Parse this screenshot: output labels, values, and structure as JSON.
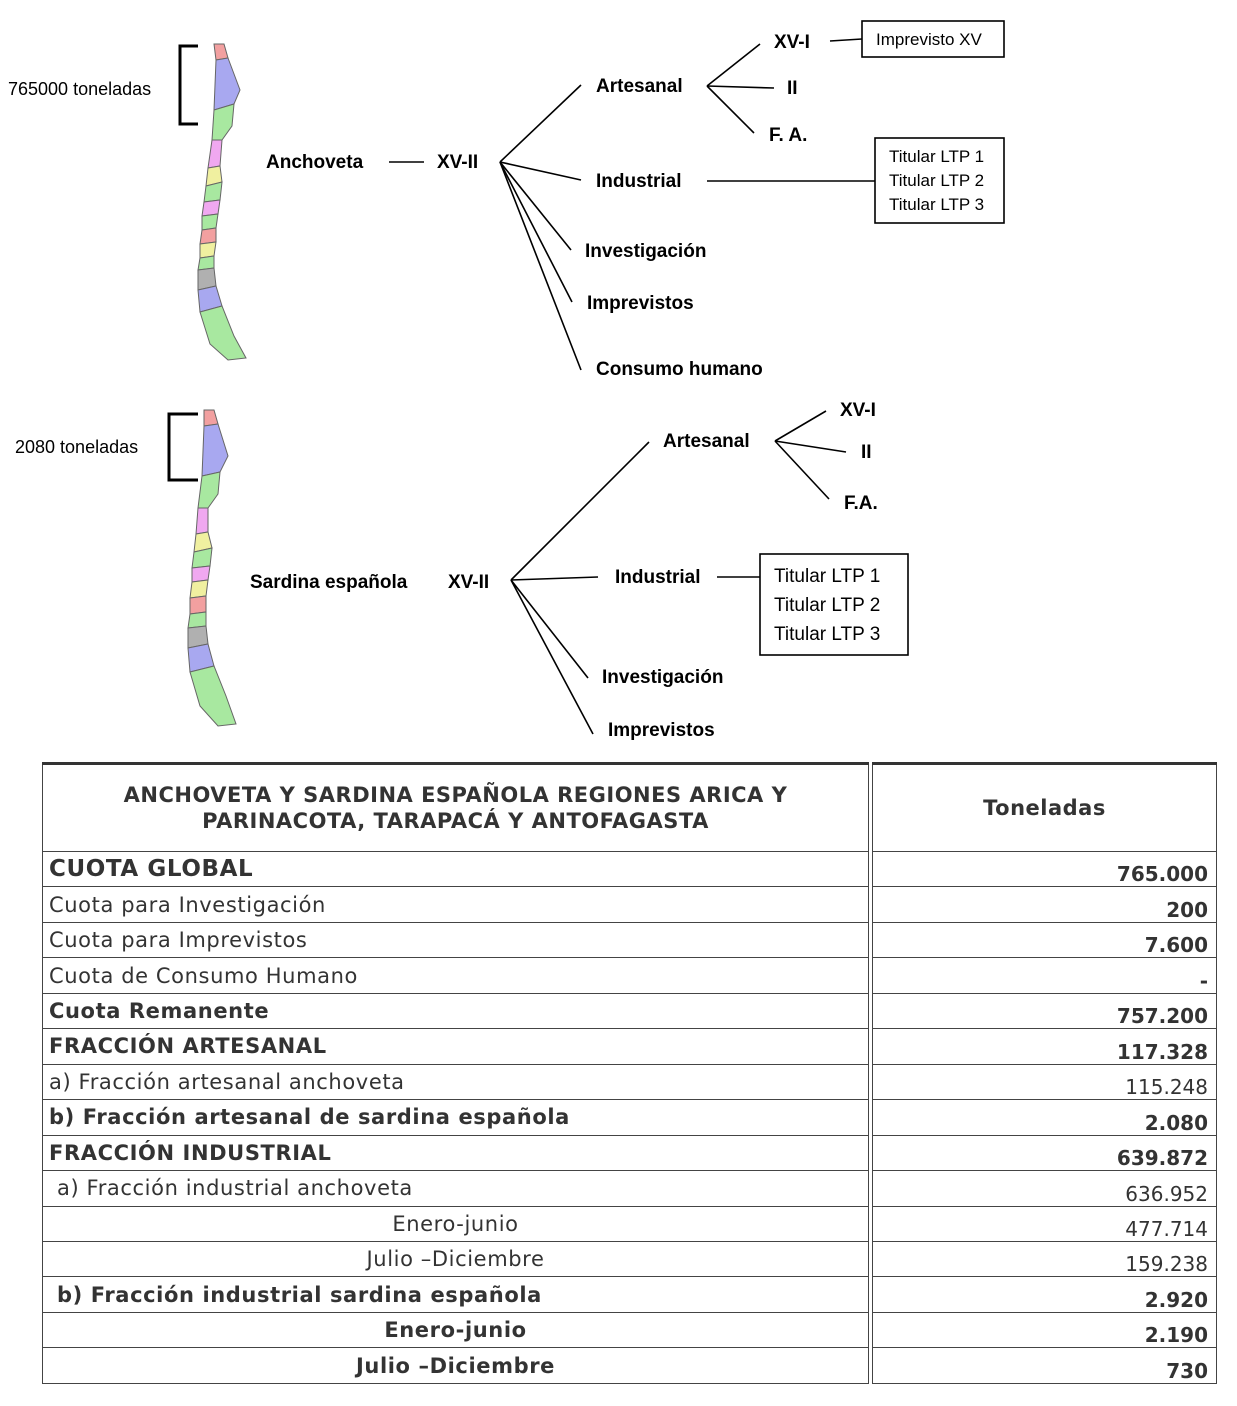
{
  "anchoveta_diagram": {
    "tonnage": "765000 toneladas",
    "species": "Anchoveta",
    "region": "XV-II",
    "artesanal": "Artesanal",
    "artesanal_sub": [
      "XV-I",
      "II",
      "F. A."
    ],
    "imprevisto_box": "Imprevisto XV",
    "industrial": "Industrial",
    "titulares": [
      "Titular LTP 1",
      "Titular LTP 2",
      "Titular LTP 3"
    ],
    "investigacion": "Investigación",
    "imprevistos": "Imprevistos",
    "consumo": "Consumo humano"
  },
  "sardina_diagram": {
    "tonnage": "2080 toneladas",
    "species": "Sardina española",
    "region": "XV-II",
    "artesanal": "Artesanal",
    "artesanal_sub": [
      "XV-I",
      "II",
      "F.A."
    ],
    "industrial": "Industrial",
    "titulares": [
      "Titular LTP 1",
      "Titular LTP 2",
      "Titular LTP 3"
    ],
    "investigacion": "Investigación",
    "imprevistos": "Imprevistos"
  },
  "map_colors": [
    "#f2a0a0",
    "#a8a8f0",
    "#a8e8a0",
    "#f0a8f0",
    "#f0f0a0",
    "#b0b0b0"
  ],
  "table": {
    "header_left": "ANCHOVETA Y SARDINA ESPAÑOLA  REGIONES ARICA Y PARINACOTA, TARAPACÁ Y ANTOFAGASTA",
    "header_right": "Toneladas",
    "rows": [
      {
        "label": "CUOTA GLOBAL",
        "value": "765.000"
      },
      {
        "label": "Cuota para  Investigación",
        "value": "200"
      },
      {
        "label": "Cuota para  Imprevistos",
        "value": "7.600"
      },
      {
        "label": "Cuota de Consumo Humano",
        "value": "-"
      },
      {
        "label": "Cuota Remanente",
        "value": "757.200"
      },
      {
        "label": "FRACCIÓN ARTESANAL",
        "value": "117.328"
      },
      {
        "label": "a) Fracción artesanal anchoveta",
        "value": "115.248"
      },
      {
        "label": "b) Fracción artesanal de sardina española",
        "value": "2.080"
      },
      {
        "label": "FRACCIÓN INDUSTRIAL",
        "value": "639.872"
      },
      {
        "label": "a) Fracción industrial anchoveta",
        "value": "636.952"
      },
      {
        "label": "Enero-junio",
        "value": "477.714"
      },
      {
        "label": "Julio –Diciembre",
        "value": "159.238"
      },
      {
        "label": "b) Fracción industrial sardina española",
        "value": "2.920"
      },
      {
        "label": "Enero-junio",
        "value": "2.190"
      },
      {
        "label": "Julio –Diciembre",
        "value": "730"
      }
    ]
  }
}
